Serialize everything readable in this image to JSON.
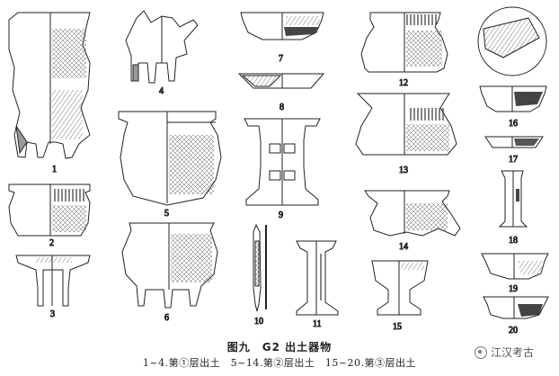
{
  "figure": {
    "title": "图九　G2 出土器物",
    "subtitle": "1~4.第①层出土　5~14.第②层出土　15~20.第③层出土"
  },
  "watermark": {
    "text": "江汉考古",
    "icon": "wechat-icon"
  },
  "artifact_numbers": [
    "1",
    "2",
    "3",
    "4",
    "5",
    "6",
    "7",
    "8",
    "9",
    "10",
    "11",
    "12",
    "13",
    "14",
    "15",
    "16",
    "17",
    "18",
    "19",
    "20"
  ],
  "colors": {
    "ink": "#222222",
    "hatch": "#555555",
    "fill_gray": "#9a9a9a",
    "background": "#ffffff"
  }
}
